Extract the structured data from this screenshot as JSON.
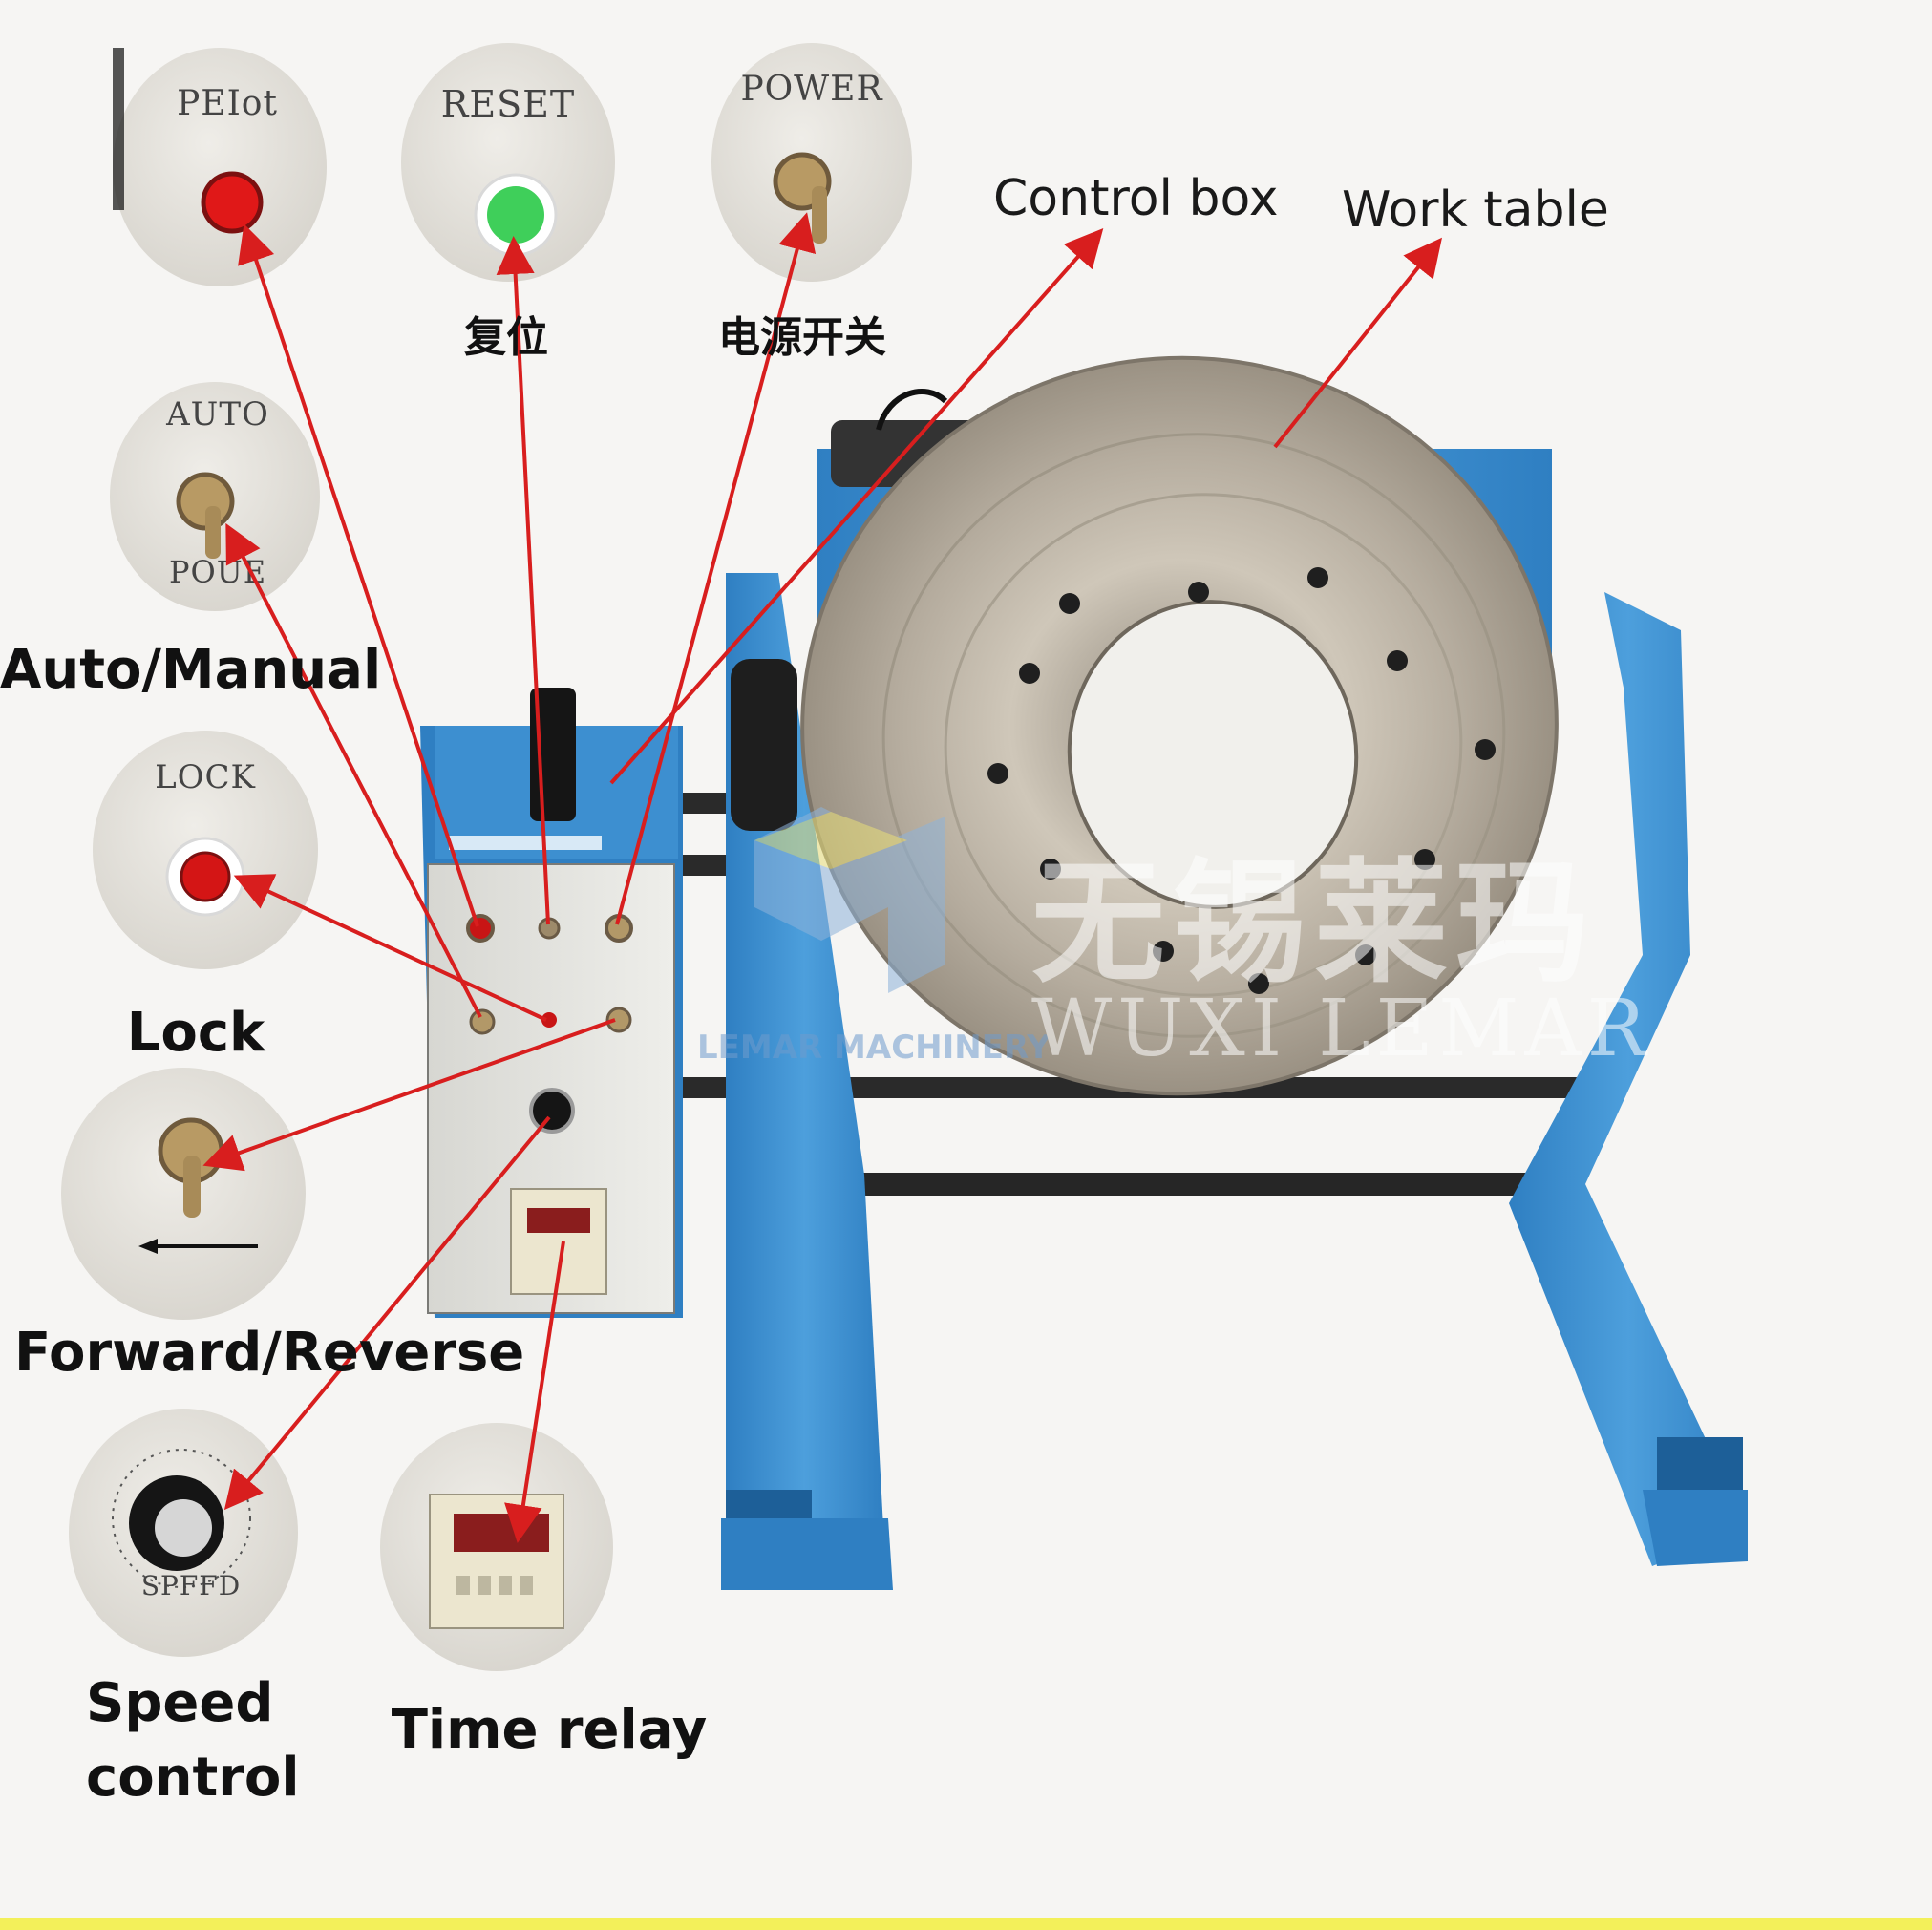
{
  "labels": {
    "pilot_cap": "PEIot",
    "reset_cap": "RESET",
    "power_cap": "POWER",
    "auto_cap": "AUTO",
    "auto_sub": "POUE",
    "lock_cap": "LOCK",
    "speed_cap": "SPFFD",
    "reset_cn": "复位",
    "power_cn": "电源开关",
    "control_box": "Control box",
    "work_table": "Work table",
    "auto_manual": "Auto/Manual",
    "lock": "Lock",
    "forward_reverse": "Forward/Reverse",
    "speed_control_1": "Speed",
    "speed_control_2": "control",
    "time_relay": "Time relay"
  },
  "watermark": {
    "brand_small": "LEMAR MACHINERY",
    "brand_cn": "无锡莱玛",
    "brand_en": "WUXI LEMAR"
  },
  "colors": {
    "arrow": "#d81e1e",
    "frame_blue": "#3d8fd0",
    "bubble": "#e6e4df",
    "table_steel": "#b9b0a2",
    "accent_yellow": "#f3f05a"
  }
}
